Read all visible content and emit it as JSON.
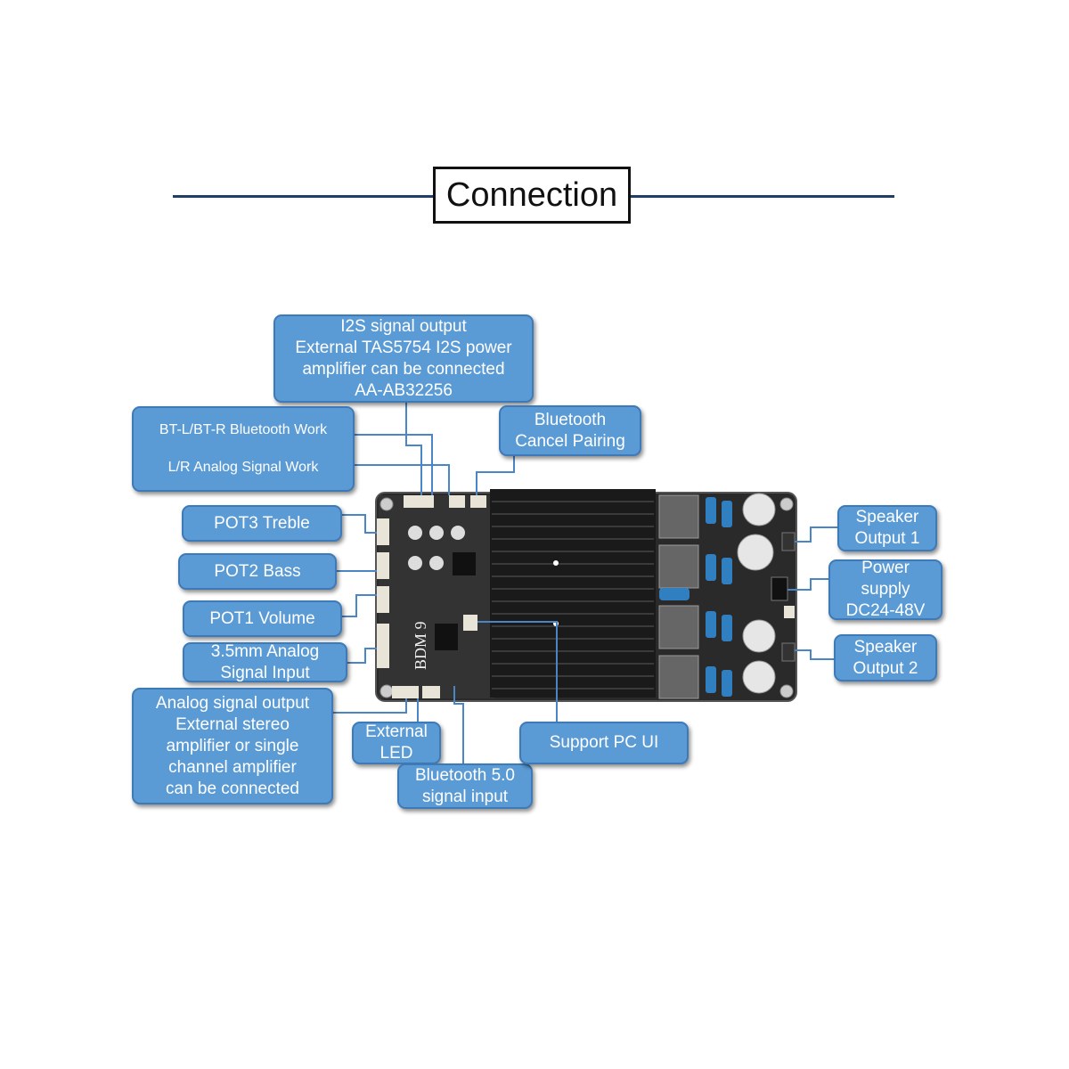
{
  "title": "Connection",
  "labels": {
    "i2s": [
      "I2S signal output",
      "External TAS5754 I2S power",
      "amplifier can be connected",
      "AA-AB32256"
    ],
    "bt_mode": [
      "BT-L/BT-R Bluetooth Work",
      "L/R Analog Signal Work"
    ],
    "bt_cancel": [
      "Bluetooth",
      "Cancel Pairing"
    ],
    "pot3": "POT3  Treble",
    "pot2": "POT2  Bass",
    "pot1": "POT1 Volume",
    "analog_in": [
      "3.5mm Analog",
      "Signal Input"
    ],
    "analog_out": [
      "Analog signal output",
      "External stereo",
      "amplifier or single",
      "channel amplifier",
      "can be connected"
    ],
    "ext_led": [
      "External",
      "LED"
    ],
    "bt_in": [
      "Bluetooth 5.0",
      "signal input"
    ],
    "pc_ui": "Support PC UI",
    "spk1": [
      "Speaker",
      "Output 1"
    ],
    "power": [
      "Power",
      "supply",
      "DC24-48V"
    ],
    "spk2": [
      "Speaker",
      "Output 2"
    ]
  },
  "board": {
    "silkscreen": "BDM 9"
  },
  "colors": {
    "label_fill": "#5b9bd5",
    "label_border": "#3e7ab8",
    "title_rule": "#1f3f66",
    "heatsink": "#1a1a1a",
    "pcb": "#2a2a2a",
    "capacitor_blue": "#2f7fc1"
  }
}
